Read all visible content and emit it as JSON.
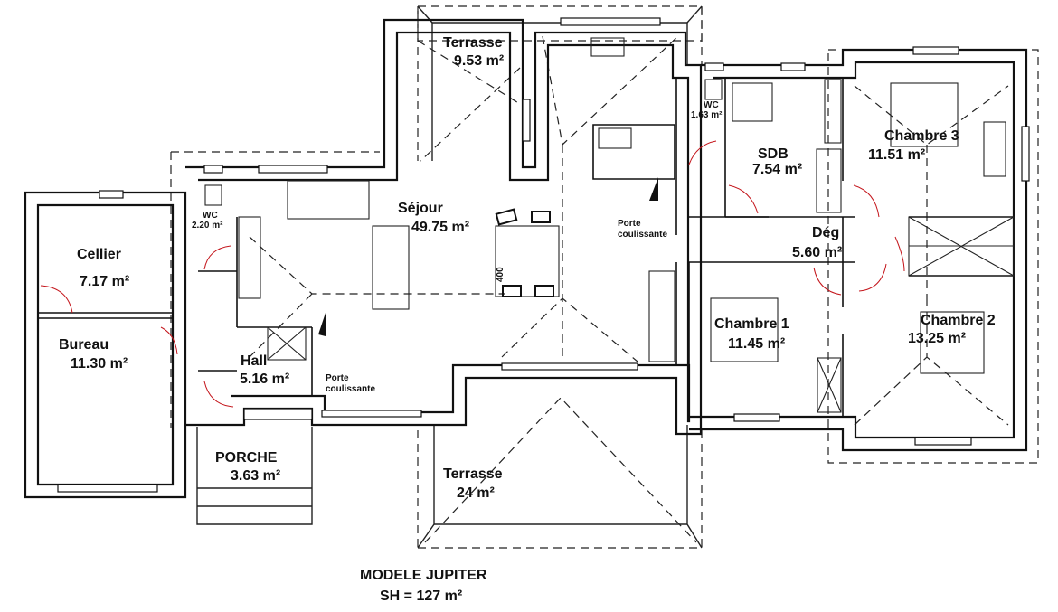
{
  "plan": {
    "title": "MODELE JUPITER",
    "surface": "SH = 127 m²",
    "rooms": {
      "terrasse_north": {
        "name": "Terrasse",
        "area": "9.53 m²"
      },
      "sejour": {
        "name": "Séjour",
        "area": "49.75 m²"
      },
      "wc1": {
        "name": "WC",
        "area": "2.20 m²"
      },
      "wc2": {
        "name": "WC",
        "area": "1.63 m²"
      },
      "sdb": {
        "name": "SDB",
        "area": "7.54 m²"
      },
      "chambre3": {
        "name": "Chambre 3",
        "area": "11.51 m²"
      },
      "cellier": {
        "name": "Cellier",
        "area": "7.17 m²"
      },
      "deg": {
        "name": "Dég",
        "area": "5.60 m²"
      },
      "bureau": {
        "name": "Bureau",
        "area": "11.30 m²"
      },
      "hall": {
        "name": "Hall",
        "area": "5.16 m²"
      },
      "chambre1": {
        "name": "Chambre 1",
        "area": "11.45 m²"
      },
      "chambre2": {
        "name": "Chambre 2",
        "area": "13.25 m²"
      },
      "porche": {
        "name": "PORCHE",
        "area": "3.63 m²"
      },
      "terrasse_south": {
        "name": "Terrasse",
        "area": "24 m²"
      }
    },
    "annotations": {
      "porte1_a": "Porte",
      "porte1_b": "coulissante",
      "porte2_a": "Porte",
      "porte2_b": "coulissante",
      "table_dim": "400"
    }
  }
}
